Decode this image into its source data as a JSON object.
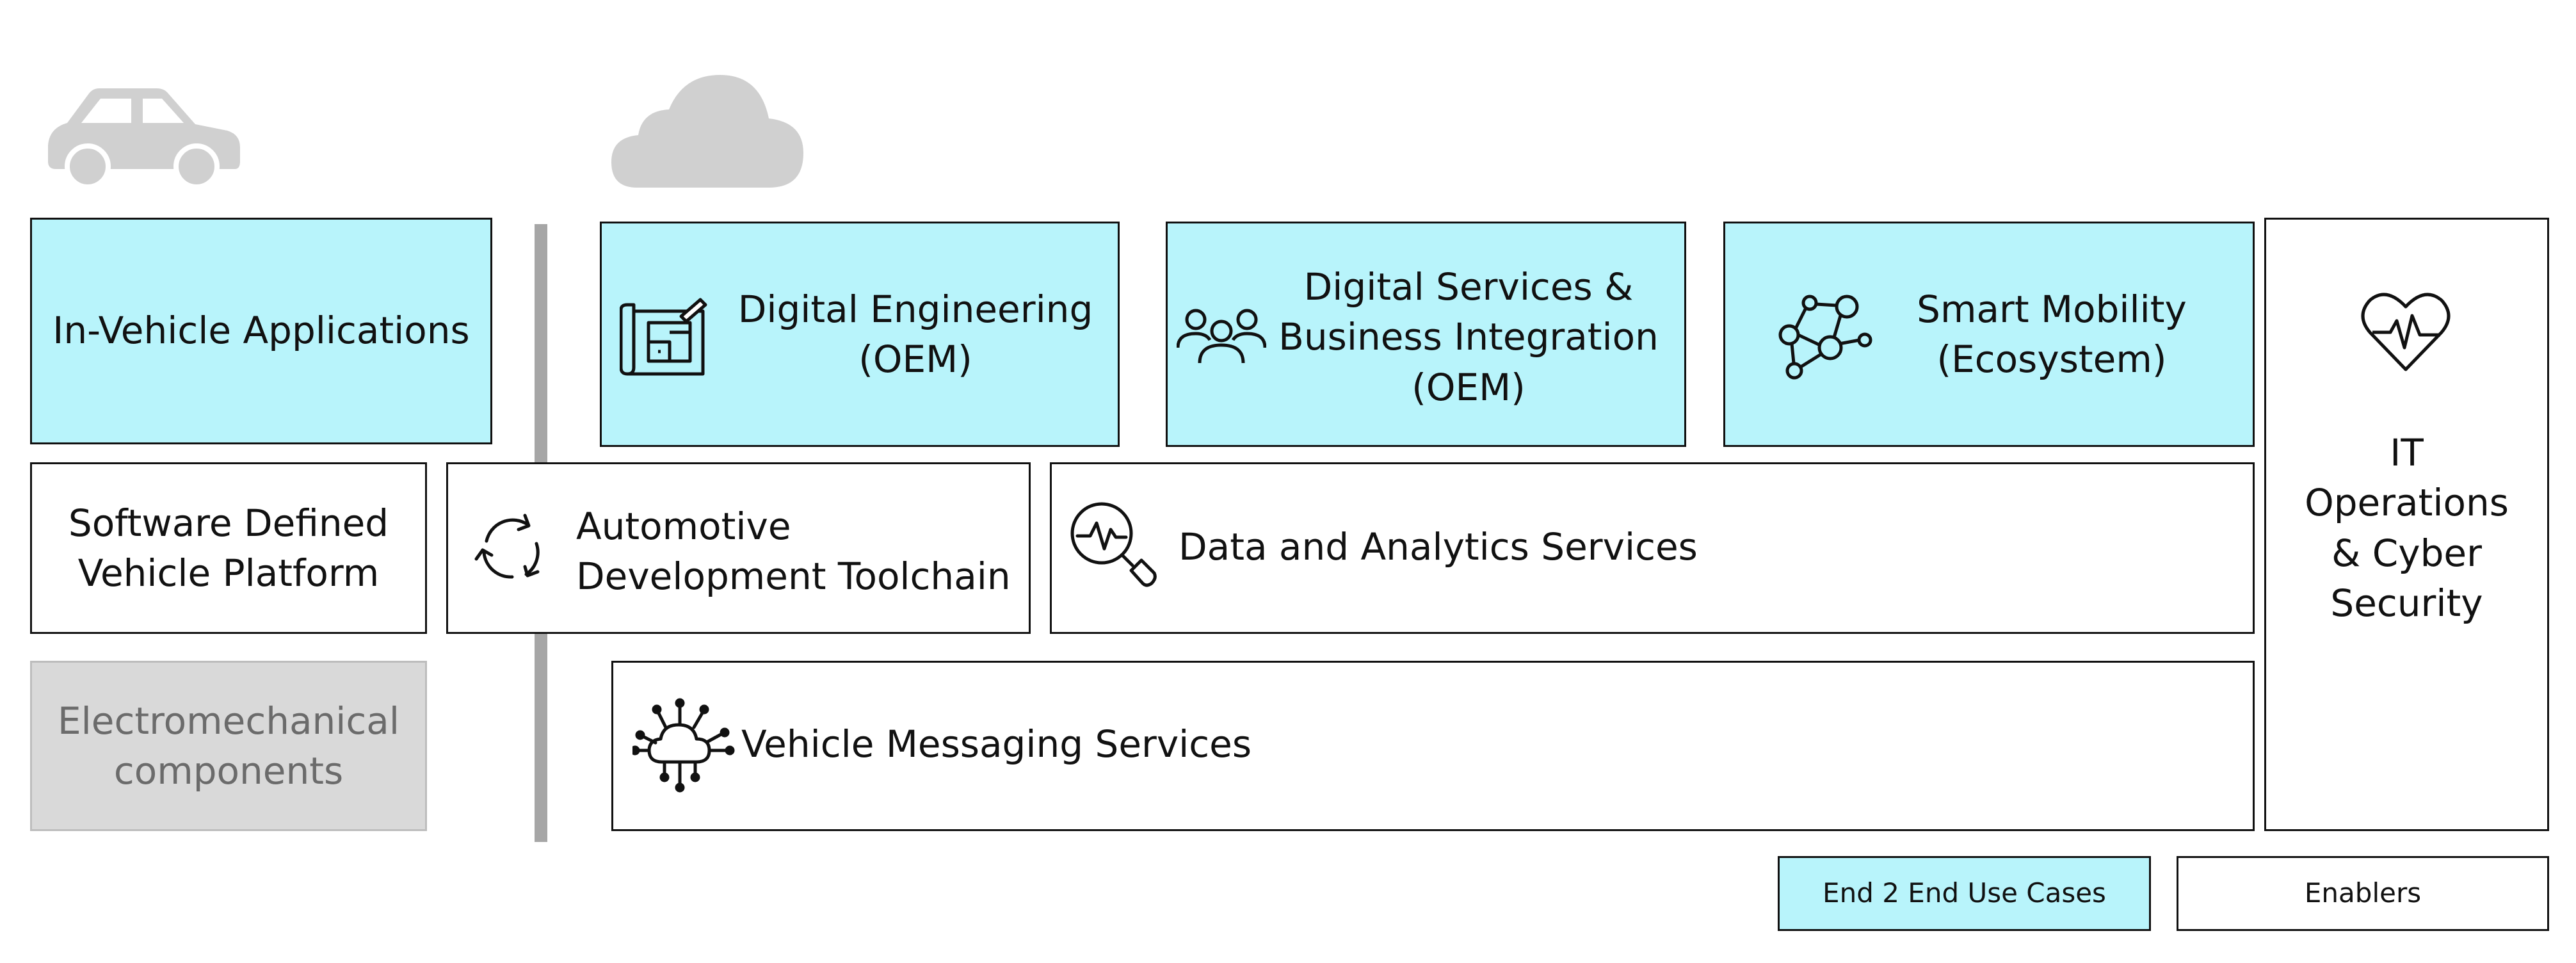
{
  "colors": {
    "end_to_end": "#b8f4fb",
    "enabler": "#ffffff",
    "physical": "#d9d9d9",
    "divider": "#a6a6a6",
    "header_icons": "#d0d0d0"
  },
  "header": {
    "vehicle_icon": "car-icon",
    "cloud_icon": "cloud-icon"
  },
  "blocks": {
    "in_vehicle_apps": {
      "label": "In-Vehicle Applications"
    },
    "digital_engineering": {
      "label": "Digital Engineering\n(OEM)",
      "icon": "blueprint-icon"
    },
    "digital_services": {
      "label": "Digital Services &\nBusiness Integration\n(OEM)",
      "icon": "people-group-icon"
    },
    "smart_mobility": {
      "label": "Smart Mobility\n(Ecosystem)",
      "icon": "network-nodes-icon"
    },
    "it_operations": {
      "label": "IT\nOperations\n& Cyber\nSecurity",
      "icon": "heartbeat-icon"
    },
    "sdv_platform": {
      "label": "Software Defined\nVehicle Platform"
    },
    "toolchain": {
      "label": "Automotive\nDevelopment Toolchain",
      "icon": "refresh-cycle-icon"
    },
    "data_analytics": {
      "label": "Data and Analytics Services",
      "icon": "analytics-search-icon"
    },
    "electromechanical": {
      "label": "Electromechanical\ncomponents"
    },
    "vehicle_messaging": {
      "label": "Vehicle Messaging Services",
      "icon": "cloud-network-icon"
    }
  },
  "legend": {
    "end_to_end": "End 2 End Use Cases",
    "enablers": "Enablers"
  }
}
